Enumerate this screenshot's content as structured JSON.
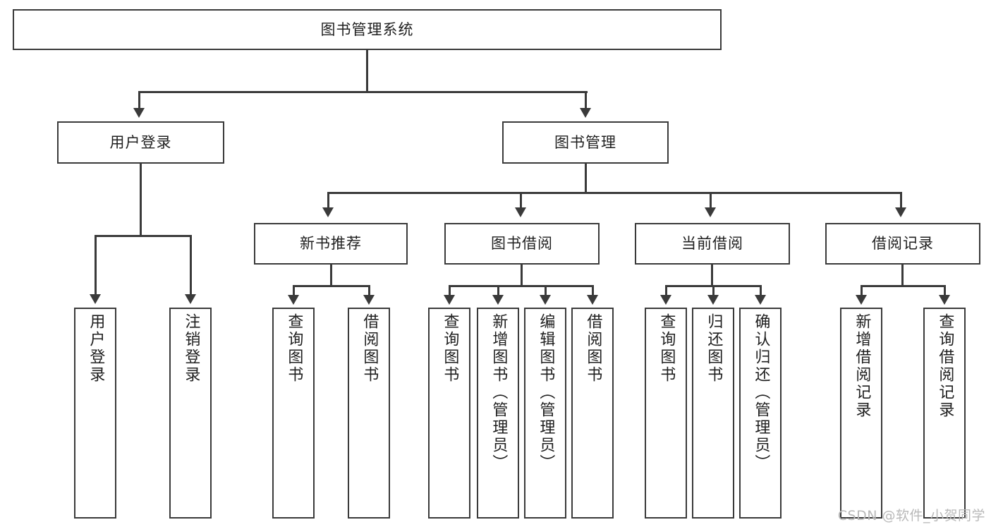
{
  "diagram": {
    "title": "图书管理系统",
    "type": "tree",
    "root": {
      "label": "图书管理系统"
    },
    "level2": [
      {
        "label": "用户登录"
      },
      {
        "label": "图书管理"
      }
    ],
    "level3": [
      {
        "label": "新书推荐"
      },
      {
        "label": "图书借阅"
      },
      {
        "label": "当前借阅"
      },
      {
        "label": "借阅记录"
      }
    ],
    "leaves": {
      "user_login": [
        {
          "label": "用户登录"
        },
        {
          "label": "注销登录"
        }
      ],
      "new_book_recommend": [
        {
          "label": "查询图书"
        },
        {
          "label": "借阅图书"
        }
      ],
      "book_borrow": [
        {
          "label": "查询图书"
        },
        {
          "label": "新增图书（管理员）"
        },
        {
          "label": "编辑图书（管理员）"
        },
        {
          "label": "借阅图书"
        }
      ],
      "current_borrow": [
        {
          "label": "查询图书"
        },
        {
          "label": "归还图书"
        },
        {
          "label": "确认归还（管理员）"
        }
      ],
      "borrow_record": [
        {
          "label": "新增借阅记录"
        },
        {
          "label": "查询借阅记录"
        }
      ]
    }
  },
  "watermark": {
    "text": "CSDN @软件_小贺同学"
  },
  "colors": {
    "line": "#3a3a3a",
    "box_border": "#3a3a3a",
    "box_fill": "#ffffff",
    "text": "#1f1f1f",
    "watermark": "#b9b9b9"
  }
}
